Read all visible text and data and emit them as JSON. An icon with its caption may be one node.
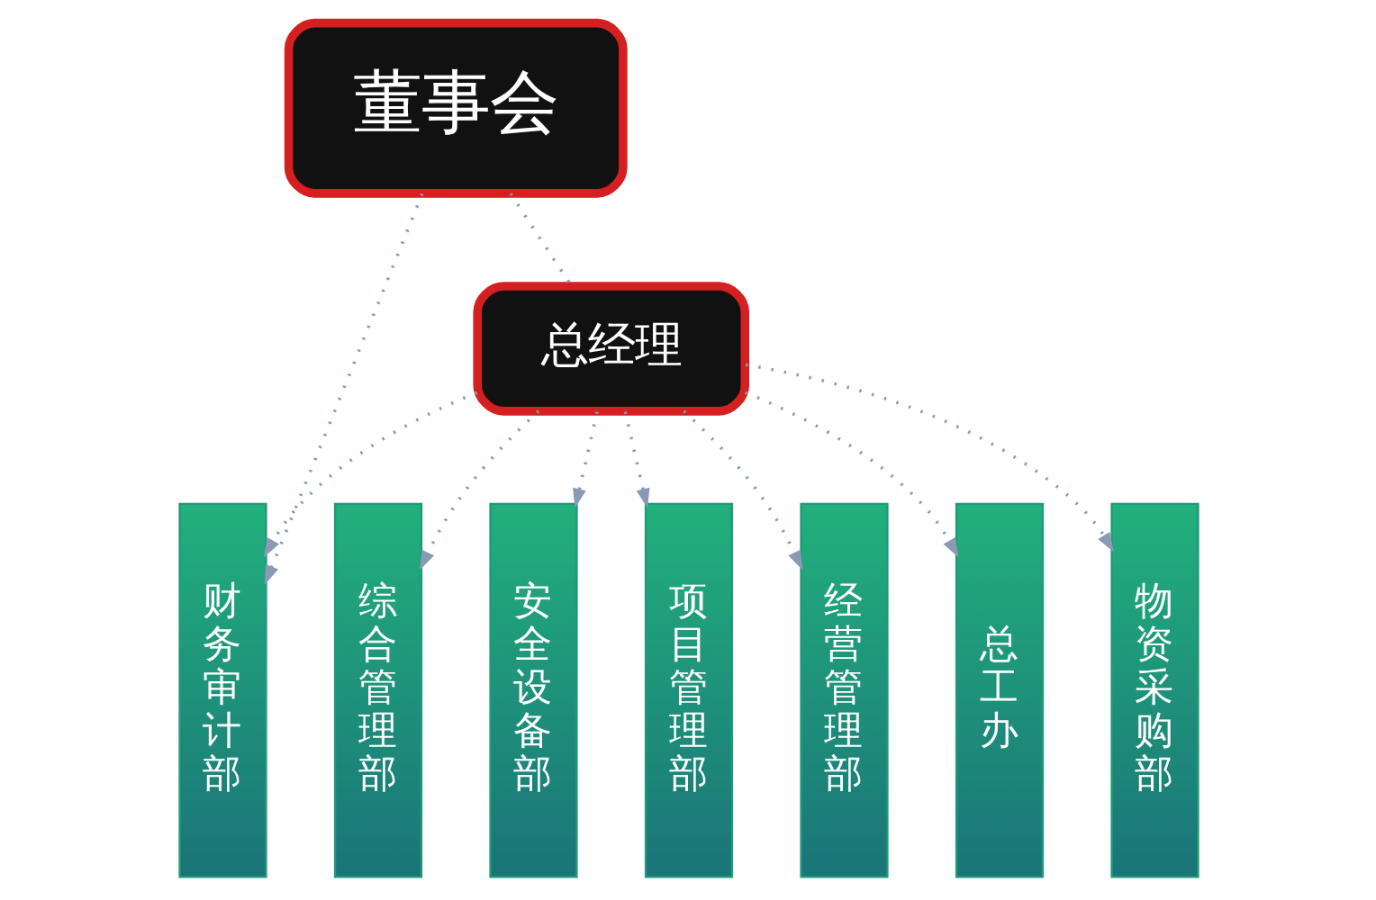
{
  "diagram": {
    "nodes": [
      {
        "text": [
          "董事会"
        ]
      },
      {
        "text": [
          "总经理"
        ]
      },
      {
        "text": [
          "综合管理部"
        ]
      },
      {
        "text": [
          "财务审计部"
        ]
      },
      {
        "text": [
          "安全设备部"
        ]
      },
      {
        "text": [
          "项目管理部"
        ]
      },
      {
        "text": [
          "经营管理部"
        ]
      },
      {
        "text": [
          "总工办"
        ]
      },
      {
        "text": [
          "物资采购部"
        ]
      }
    ],
    "edges": [
      {
        "from": 0,
        "to": 1,
        "arrow": "none",
        "style": "dashed"
      },
      {
        "from": 0,
        "to": 3,
        "arrow": "to",
        "style": "dashed"
      },
      {
        "from": 1,
        "to": 2,
        "arrow": "to",
        "style": "dashed"
      },
      {
        "from": 1,
        "to": 3,
        "arrow": "to",
        "style": "dashed"
      },
      {
        "from": 1,
        "to": 4,
        "arrow": "to",
        "style": "dashed"
      },
      {
        "from": 1,
        "to": 5,
        "arrow": "to",
        "style": "dashed"
      },
      {
        "from": 1,
        "to": 6,
        "arrow": "to",
        "style": "dashed"
      },
      {
        "from": 1,
        "to": 7,
        "arrow": "to",
        "style": "dashed"
      },
      {
        "from": 1,
        "to": 8,
        "arrow": "to",
        "style": "dashed"
      }
    ]
  }
}
